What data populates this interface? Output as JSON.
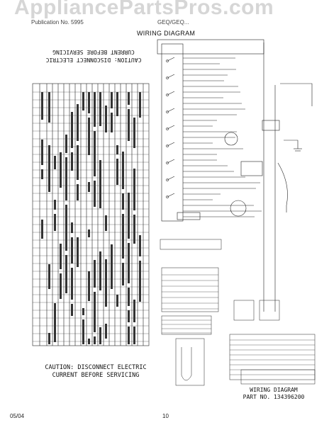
{
  "watermark": "AppliancePartsPros.com",
  "header": {
    "left": "Publication No. 5995",
    "right": "GEQ/GEQ..."
  },
  "title": "WIRING DIAGRAM",
  "caution_top": [
    "CAUTION: DISCONNECT ELECTRIC",
    "CURRENT BEFORE SERVICING"
  ],
  "caution_bottom": [
    "CAUTION: DISCONNECT ELECTRIC",
    "CURRENT BEFORE SERVICING"
  ],
  "wiring_footer": [
    "WIRING DIAGRAM",
    "PART NO. 134396200"
  ],
  "footer": {
    "date": "05/04",
    "page": "10"
  }
}
